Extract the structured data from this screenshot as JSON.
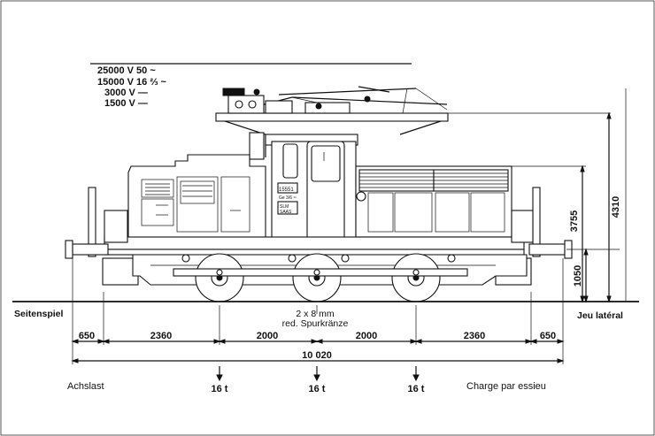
{
  "voltages": [
    "25000 V  50 ~",
    "15000 V  16 ⅔ ~",
    "3000 V  —",
    "1500 V  —"
  ],
  "side_play_de": "Seitenspiel",
  "side_play_fr": "Jeu latéral",
  "flange_note_line1": "2 x 8 mm",
  "flange_note_line2": "red. Spurkränze",
  "dimensions": {
    "overall_length": "10 020",
    "overhang_left": "650",
    "buffer_to_axle_left": "2360",
    "wheelbase_1": "2000",
    "wheelbase_2": "2000",
    "buffer_to_axle_right": "2360",
    "overhang_right": "650",
    "height_pantograph": "4310",
    "height_roof": "3755",
    "height_buffer": "1050"
  },
  "axle_load_de": "Achslast",
  "axle_load_fr": "Charge par essieu",
  "axle_loads": [
    "16 t",
    "16 t",
    "16 t"
  ],
  "cab_plate_1": "15551",
  "cab_plate_2": "Ge 3/6 ¹¹",
  "cab_plate_3": "SLM",
  "cab_plate_4": "SAAS"
}
